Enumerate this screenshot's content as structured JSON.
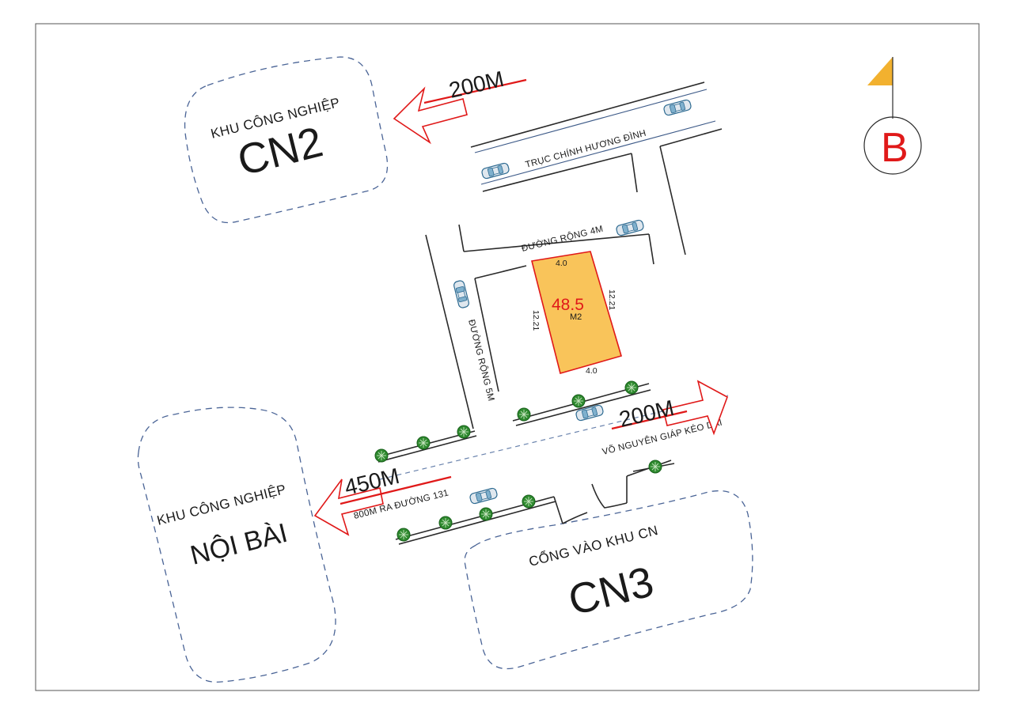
{
  "map": {
    "zones": {
      "cn2": {
        "prefix": "KHU CÔNG NGHIỆP",
        "name": "CN2"
      },
      "noibai": {
        "prefix": "KHU CÔNG NGHIỆP",
        "name": "NỘI BÀI"
      },
      "cn3": {
        "prefix": "CỔNG VÀO KHU CN",
        "name": "CN3"
      }
    },
    "distances": {
      "cn2": "200M",
      "vo_nguyen_giap": "200M",
      "noibai": "450M",
      "noibai_note": "800M RA ĐƯỜNG 131"
    },
    "roads": {
      "main": "TRỤC CHÍNH HƯƠNG ĐÌNH",
      "road_4m": "ĐƯỜNG RỘNG 4M",
      "road_5m": "ĐƯỜNG RỘNG 5M",
      "vo_nguyen_giap": "VÕ NGUYÊN GIÁP KÉO DÀI"
    },
    "plot": {
      "area": "48.5",
      "unit": "M2",
      "top": "4.0",
      "bottom": "4.0",
      "left": "12.21",
      "right": "12.21",
      "fill_color": "#f9c45a",
      "border_color": "#e01919"
    },
    "legend": {
      "north_letter": "B"
    },
    "colors": {
      "arrow": "#e01919",
      "flag": "#f2b12f",
      "zone_border": "#4a6496"
    }
  }
}
